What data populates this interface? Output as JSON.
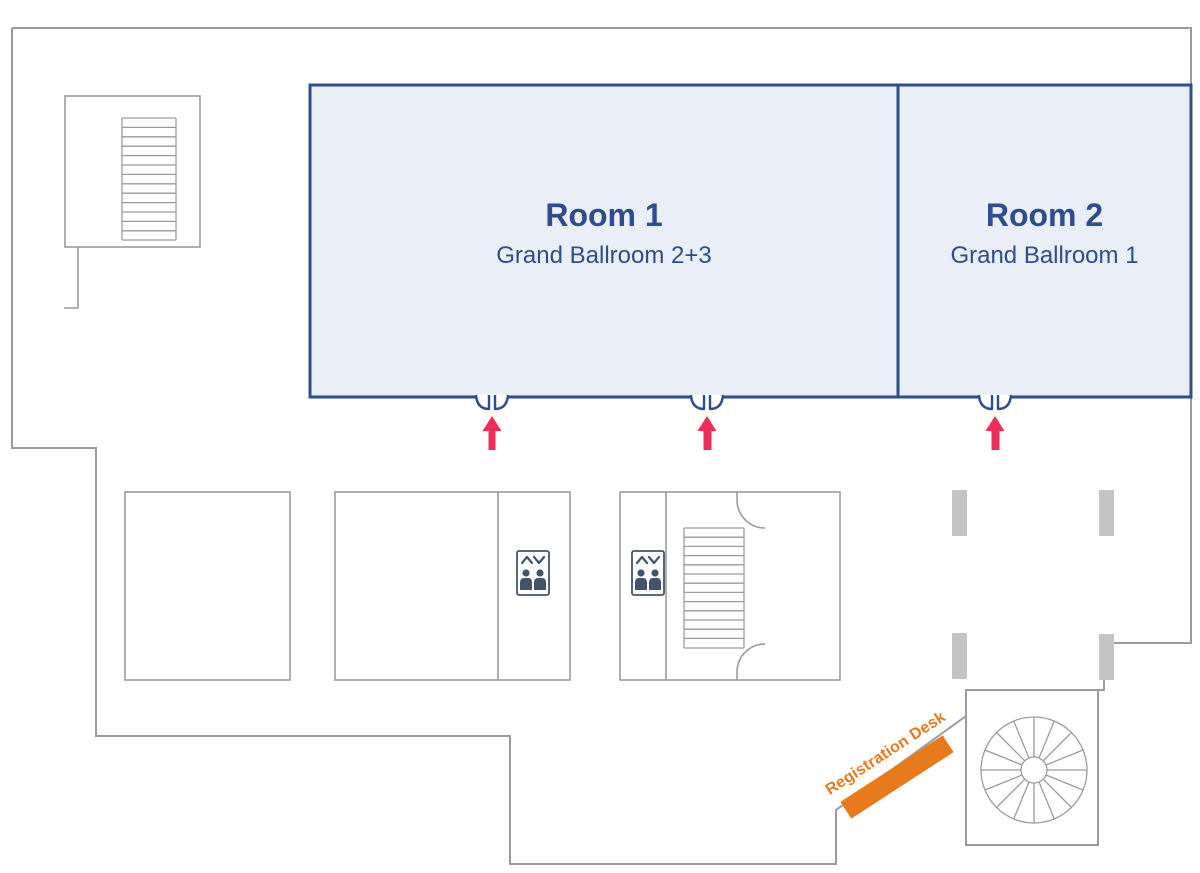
{
  "rooms": [
    {
      "name": "Room 1",
      "venue": "Grand Ballroom 2+3"
    },
    {
      "name": "Room 2",
      "venue": "Grand Ballroom 1"
    }
  ],
  "labels": {
    "registration_desk": "Registration Desk"
  },
  "map": {
    "entrance_arrows": 3,
    "features": [
      "stairs-icon",
      "elevator-icon",
      "spiral-staircase-icon",
      "entrance-arrow-icon",
      "door-icon",
      "pillar"
    ]
  },
  "colors": {
    "background": "#ffffff",
    "wall": "#9b9b9b",
    "pillar": "#c4c4c4",
    "room_fill": "#e9eef7",
    "room_border": "#2e4c8e",
    "room_text": "#2e4c8e",
    "arrow": "#ed2e58",
    "desk": "#e87a1e",
    "icon": "#43536a"
  }
}
